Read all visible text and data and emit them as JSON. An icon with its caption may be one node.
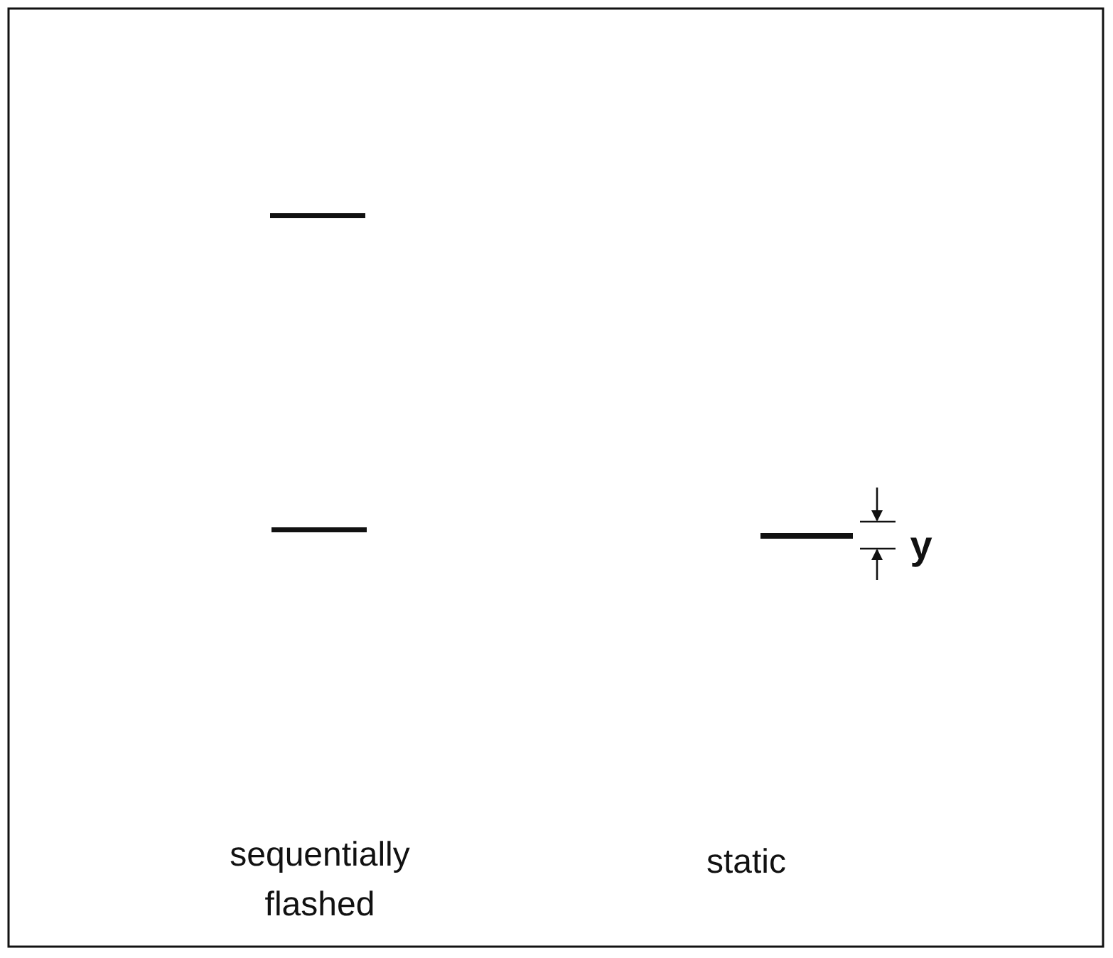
{
  "diagram": {
    "labels": [
      "sequentially flashed",
      "static",
      "y"
    ]
  }
}
